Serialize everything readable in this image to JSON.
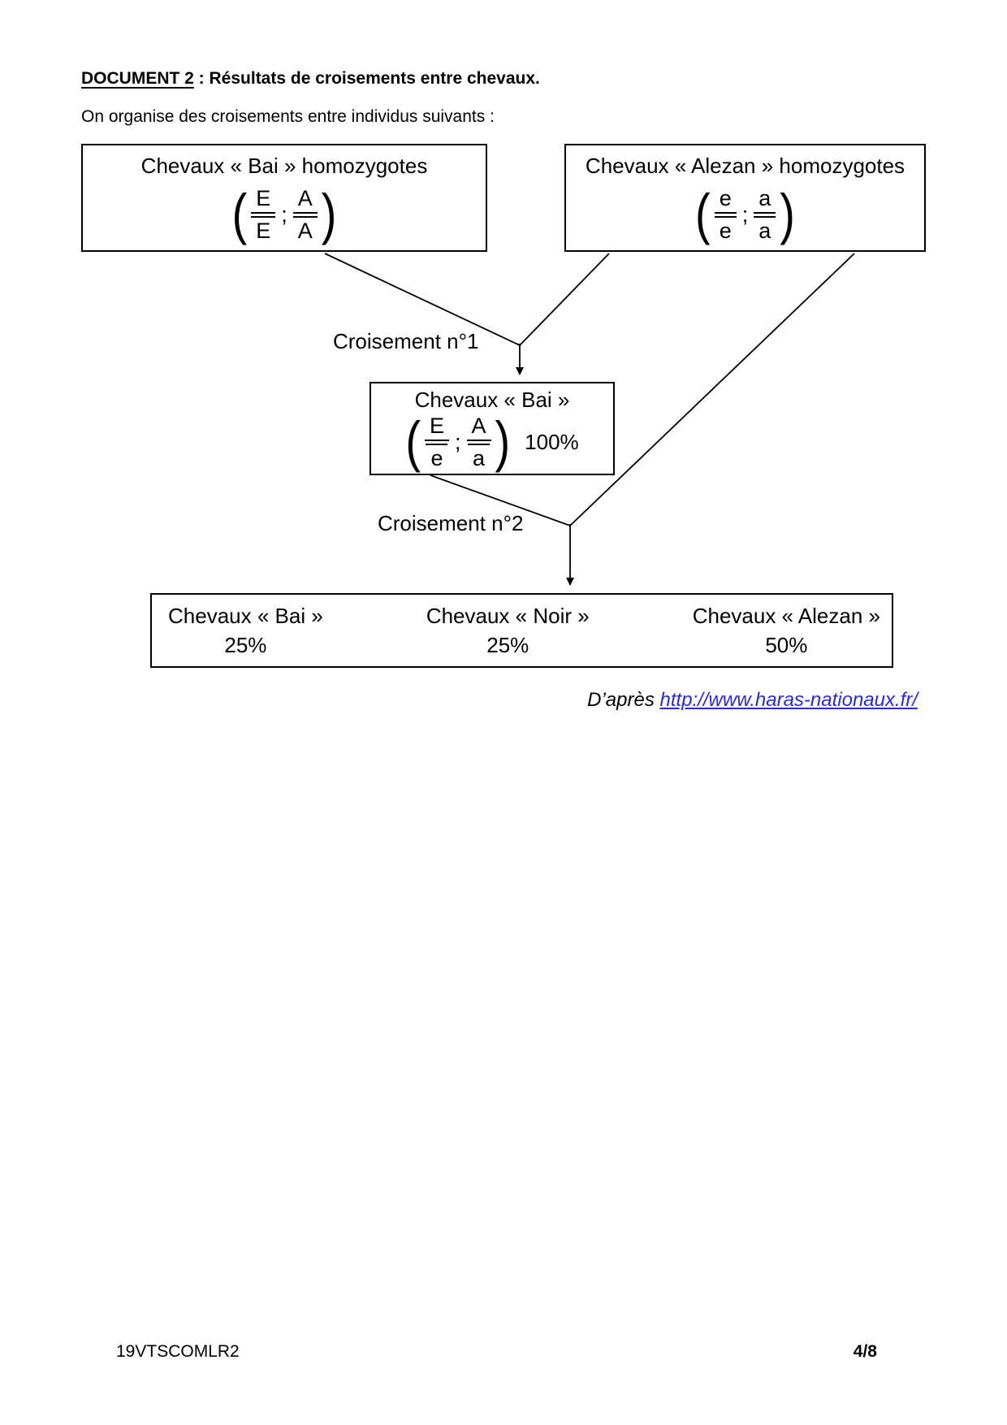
{
  "page": {
    "doc_label": "DOCUMENT 2",
    "doc_title_rest": " : Résultats de croisements entre chevaux.",
    "intro": "On organise des croisements entre individus suivants :",
    "attribution_prefix": "D’après ",
    "attribution_link": "http://www.haras-nationaux.fr/",
    "footer_left": "19VTSCOMLR2",
    "footer_right": "4/8"
  },
  "notation": {
    "paren_open": "(",
    "paren_close": ")",
    "separator": ";"
  },
  "diagram": {
    "parent_bai": {
      "title": "Chevaux « Bai » homozygotes",
      "allele1_top": "E",
      "allele1_bottom": "E",
      "allele2_top": "A",
      "allele2_bottom": "A"
    },
    "parent_alezan": {
      "title": "Chevaux « Alezan » homozygotes",
      "allele1_top": "e",
      "allele1_bottom": "e",
      "allele2_top": "a",
      "allele2_bottom": "a"
    },
    "cross1_label": "Croisement n°1",
    "f1": {
      "title": "Chevaux « Bai »",
      "allele1_top": "E",
      "allele1_bottom": "e",
      "allele2_top": "A",
      "allele2_bottom": "a",
      "percent": "100%"
    },
    "cross2_label": "Croisement n°2",
    "results": [
      {
        "title": "Chevaux « Bai »",
        "percent": "25%"
      },
      {
        "title": "Chevaux « Noir »",
        "percent": "25%"
      },
      {
        "title": "Chevaux « Alezan »",
        "percent": "50%"
      }
    ]
  },
  "colors": {
    "link": "#2b2bd0",
    "ink": "#000000"
  }
}
